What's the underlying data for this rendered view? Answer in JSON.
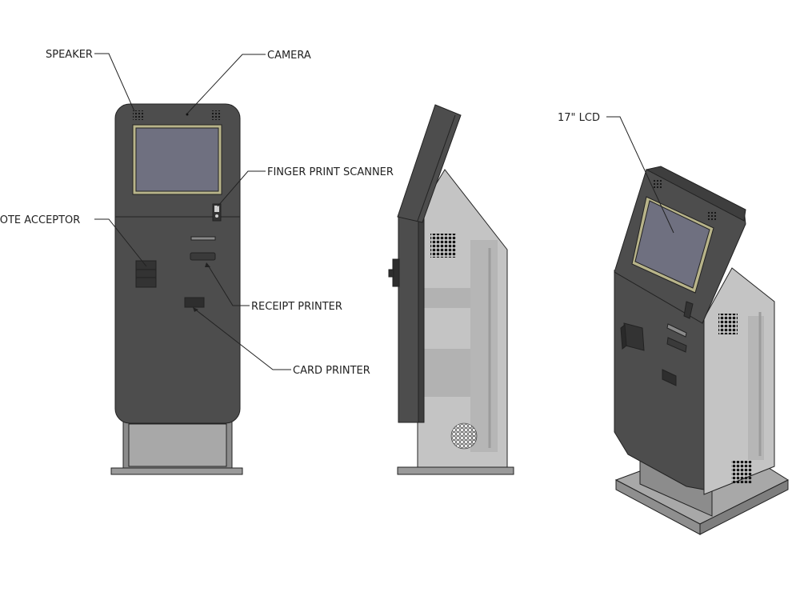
{
  "labels": {
    "speaker": "SPEAKER",
    "camera": "CAMERA",
    "fingerprint": "FINGER PRINT SCANNER",
    "note_acceptor": "NOTE ACCEPTOR",
    "receipt_printer": "RECEIPT PRINTER",
    "card_printer": "CARD PRINTER",
    "lcd": "17\" LCD"
  },
  "colors": {
    "body": "#4d4d4d",
    "body_dark": "#3e3e3e",
    "outline": "#222222",
    "screen": "#6f7080",
    "screen_frame": "#b8b48a",
    "stand": "#8c8c8c",
    "glass": "#bdbdbd",
    "base": "#9a9a9a"
  }
}
